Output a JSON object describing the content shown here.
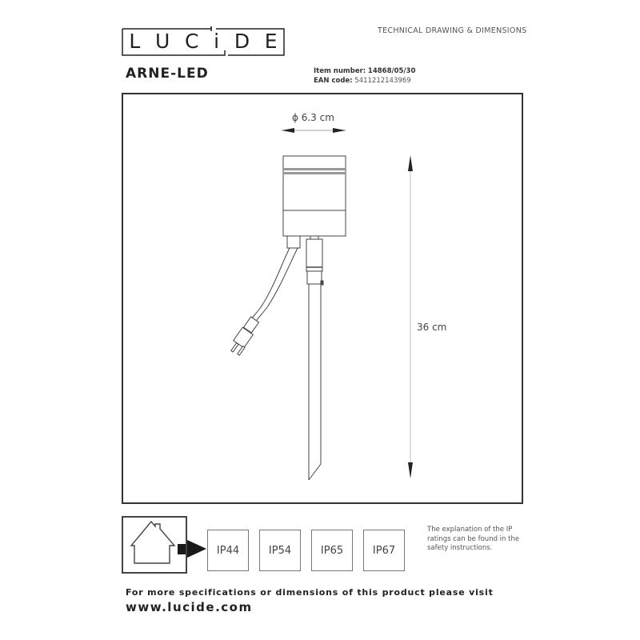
{
  "header": {
    "brand_letters": [
      "L",
      "U",
      "C",
      "i",
      "D",
      "E"
    ],
    "document_type": "TECHNICAL DRAWING & DIMENSIONS",
    "product_name": "ARNE-LED",
    "item_number_label": "Item number:",
    "item_number": "14868/05/30",
    "ean_label": "EAN code:",
    "ean": "5411212143969"
  },
  "drawing": {
    "diameter_label": "ϕ 6.3 cm",
    "height_label": "36 cm"
  },
  "ip_ratings": {
    "house-icon": "house-icon",
    "ratings": [
      "IP44",
      "IP54",
      "IP65",
      "IP67"
    ],
    "note": "The explanation of the IP ratings can be found in the safety instructions."
  },
  "footer": {
    "text": "For more specifications or dimensions of this product please visit",
    "url": "www.lucide.com"
  },
  "colors": {
    "line": "#333333",
    "text": "#1a1a1a",
    "muted": "#555555"
  }
}
